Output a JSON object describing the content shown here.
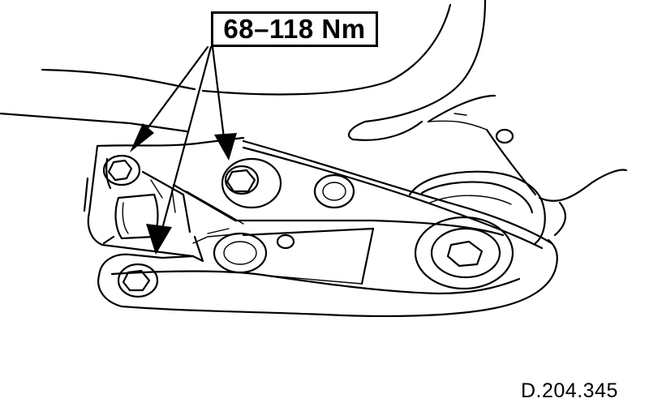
{
  "callout": {
    "torque_label": "68–118 Nm"
  },
  "figure": {
    "reference_code": "D.204.345"
  },
  "parts": {
    "mounting_bolts": 3,
    "bushing_bolts": 1
  },
  "colors": {
    "line": "#000000",
    "background": "#ffffff"
  }
}
